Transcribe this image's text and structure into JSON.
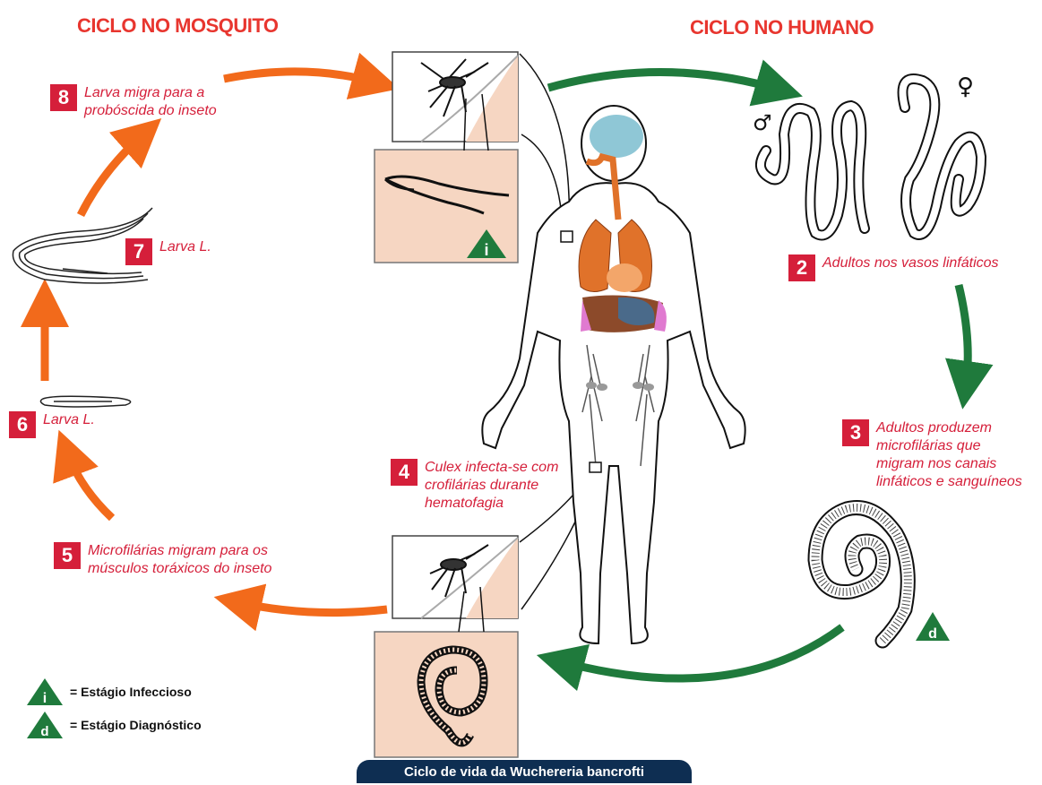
{
  "headings": {
    "mosquito_cycle": "CICLO NO MOSQUITO",
    "human_cycle": "CICLO NO HUMANO"
  },
  "steps": [
    {
      "number": "2",
      "text": "Adultos nos vasos linfáticos"
    },
    {
      "number": "3",
      "text": "Adultos produzem microfilárias que migram nos canais linfáticos e sanguíneos"
    },
    {
      "number": "4",
      "text": "Culex infecta-se com crofilárias durante hematofagia"
    },
    {
      "number": "5",
      "text": "Microfilárias migram para os músculos toráxicos do inseto"
    },
    {
      "number": "6",
      "text": "Larva L."
    },
    {
      "number": "7",
      "text": "Larva L."
    },
    {
      "number": "8",
      "text": "Larva migra para a probóscida do inseto"
    }
  ],
  "sex_symbols": {
    "male": "♂",
    "female": "♀"
  },
  "markers": {
    "infectious": "i",
    "diagnostic": "d"
  },
  "legend": [
    {
      "marker": "i",
      "label": "= Estágio Infeccioso"
    },
    {
      "marker": "d",
      "label": "= Estágio Diagnóstico"
    }
  ],
  "footer": "Ciclo de vida da Wuchereria bancrofti",
  "colors": {
    "heading_red": "#e8362f",
    "step_red": "#d51f3a",
    "mosquito_arrow": "#f26a1b",
    "human_arrow": "#1f7a3c",
    "marker_green": "#1f7a3c",
    "panel_fill": "#f6d6c2",
    "footer_bg": "#0e2e52"
  }
}
